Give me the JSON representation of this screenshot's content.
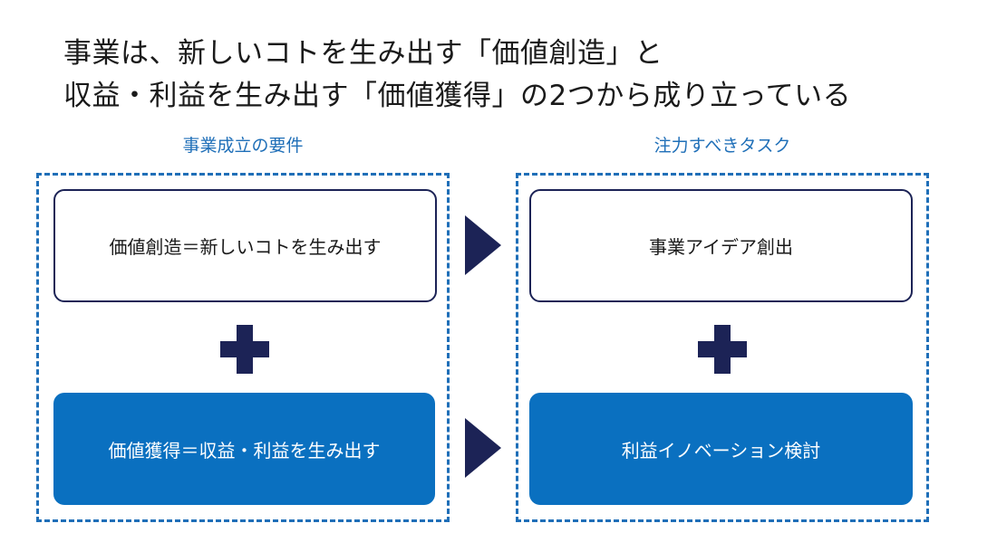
{
  "headline": {
    "line1": "事業は、新しいコトを生み出す「価値創造」と",
    "line2": "収益・利益を生み出す「価値獲得」の2つから成り立っている"
  },
  "left_column": {
    "title": "事業成立の要件",
    "box1": "価値創造＝新しいコトを生み出す",
    "box2": "価値獲得＝収益・利益を生み出す"
  },
  "right_column": {
    "title": "注力すべきタスク",
    "box1": "事業アイデア創出",
    "box2": "利益イノベーション検討"
  },
  "colors": {
    "accent_blue": "#0a70c0",
    "frame_blue": "#1f6fb8",
    "navy": "#1c2356"
  },
  "icons": {
    "plus": "plus-icon",
    "arrow": "arrow-right-icon"
  }
}
